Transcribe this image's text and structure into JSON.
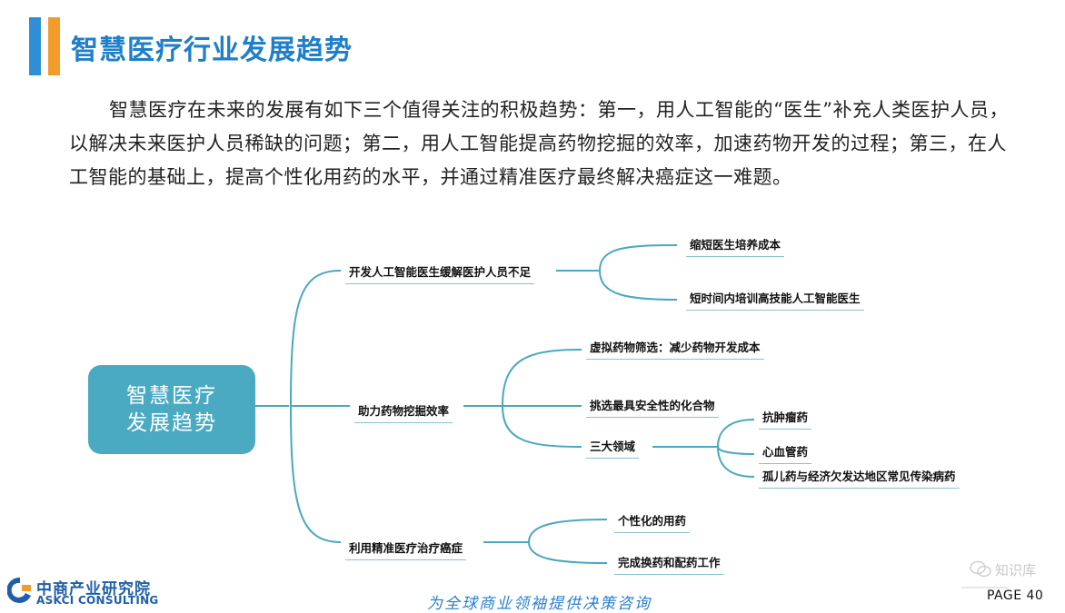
{
  "header": {
    "title": "智慧医疗行业发展趋势"
  },
  "intro": {
    "text": "智慧医疗在未来的发展有如下三个值得关注的积极趋势：第一，用人工智能的“医生”补充人类医护人员，以解决未来医护人员稀缺的问题；第二，用人工智能提高药物挖掘的效率，加速药物开发的过程；第三，在人工智能的基础上，提高个性化用药的水平，并通过精准医疗最终解决癌症这一难题。"
  },
  "mindmap": {
    "central": "智慧医疗发展趋势",
    "branches": [
      {
        "label": "开发人工智能医生缓解医护人员不足",
        "children": [
          {
            "label": "缩短医生培养成本"
          },
          {
            "label": "短时间内培训高技能人工智能医生"
          }
        ]
      },
      {
        "label": "助力药物挖掘效率",
        "children": [
          {
            "label": "虚拟药物筛选：减少药物开发成本"
          },
          {
            "label": "挑选最具安全性的化合物"
          },
          {
            "label": "三大领域",
            "children": [
              {
                "label": "抗肿瘤药"
              },
              {
                "label": "心血管药"
              },
              {
                "label": "孤儿药与经济欠发达地区常见传染病药"
              }
            ]
          }
        ]
      },
      {
        "label": "利用精准医疗治疗癌症",
        "children": [
          {
            "label": "个性化的用药"
          },
          {
            "label": "完成换药和配药工作"
          }
        ]
      }
    ]
  },
  "footer": {
    "logo_cn": "中商产业研究院",
    "logo_en": "ASKCI CONSULTING",
    "slogan": "为全球商业领袖提供决策咨询",
    "watermark": "知识库",
    "page": "PAGE 40"
  },
  "colors": {
    "accent_blue": "#1f7fc8",
    "accent_orange": "#f39b2b",
    "central_node": "#4aaac2",
    "connector": "#4aa8bf"
  }
}
